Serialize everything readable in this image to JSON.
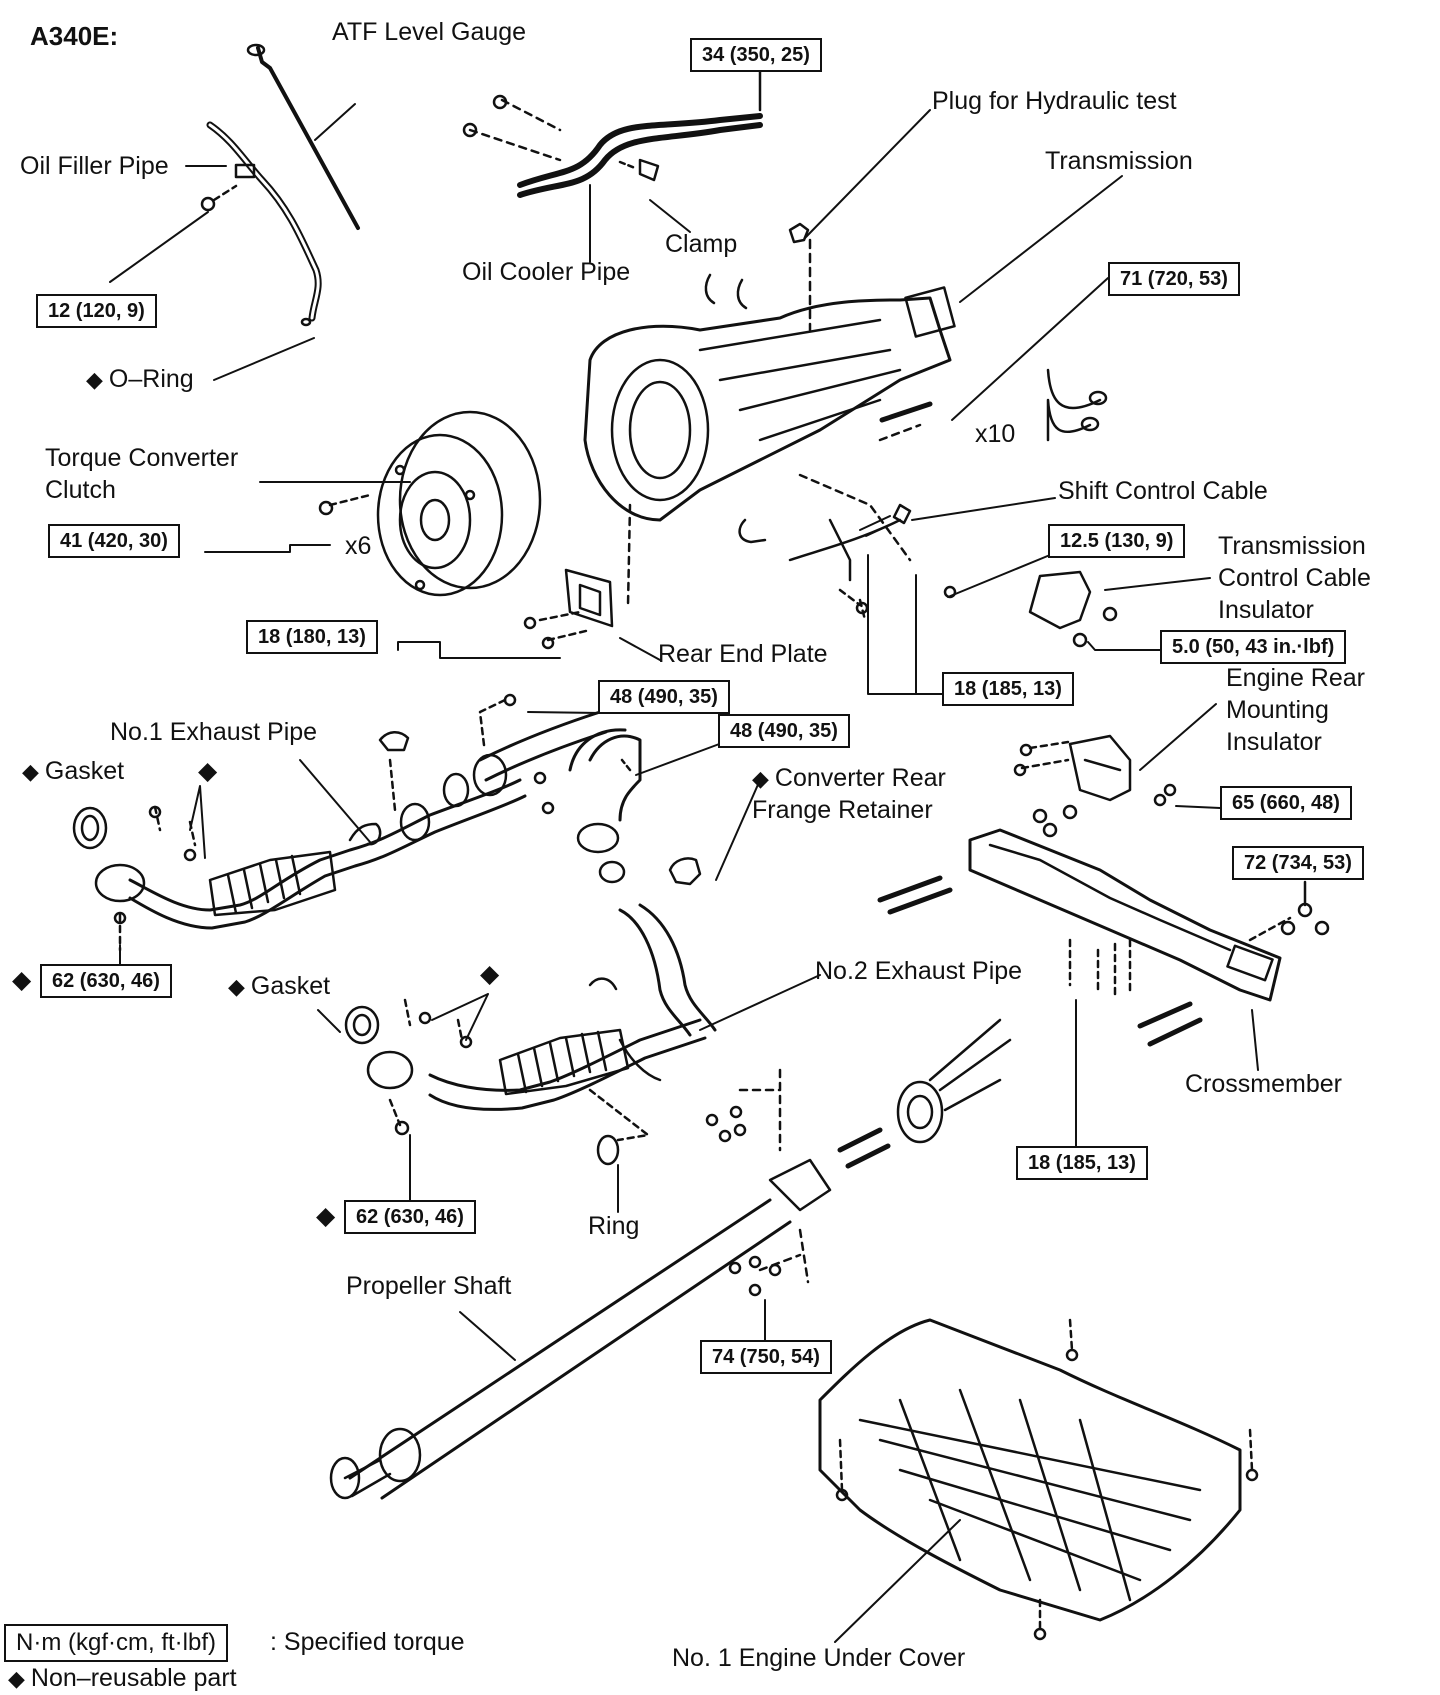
{
  "model": "A340E:",
  "labels": {
    "atf_level_gauge": "ATF Level Gauge",
    "oil_filler_pipe": "Oil Filler Pipe",
    "o_ring": "O–Ring",
    "oil_cooler_pipe": "Oil Cooler Pipe",
    "clamp": "Clamp",
    "plug_hydraulic": "Plug for Hydraulic test",
    "transmission": "Transmission",
    "torque_converter": "Torque Converter",
    "clutch": "Clutch",
    "x6": "x6",
    "x10": "x10",
    "shift_control_cable": "Shift Control Cable",
    "tcc_insulator_1": "Transmission",
    "tcc_insulator_2": "Control Cable",
    "tcc_insulator_3": "Insulator",
    "rear_end_plate": "Rear End Plate",
    "engine_rear_1": "Engine Rear",
    "engine_rear_2": "Mounting",
    "engine_rear_3": "Insulator",
    "no1_exhaust_pipe": "No.1 Exhaust Pipe",
    "gasket_left": "Gasket",
    "converter_rear_1": "Converter Rear",
    "converter_rear_2": "Frange Retainer",
    "no2_exhaust_pipe": "No.2 Exhaust Pipe",
    "gasket_mid": "Gasket",
    "crossmember": "Crossmember",
    "ring": "Ring",
    "propeller_shaft": "Propeller Shaft",
    "under_cover": "No. 1 Engine Under Cover"
  },
  "torques": {
    "t_34": "34 (350, 25)",
    "t_12": "12 (120, 9)",
    "t_71": "71 (720, 53)",
    "t_41": "41 (420, 30)",
    "t_12_5": "12.5 (130, 9)",
    "t_18a": "18 (180, 13)",
    "t_5_0": "5.0 (50, 43 in.·lbf)",
    "t_18b": "18 (185, 13)",
    "t_48a": "48 (490, 35)",
    "t_48b": "48 (490, 35)",
    "t_65": "65 (660, 48)",
    "t_72": "72 (734, 53)",
    "t_62a": "62 (630, 46)",
    "t_62b": "62 (630, 46)",
    "t_18c": "18 (185, 13)",
    "t_74": "74 (750, 54)"
  },
  "legend": {
    "torque_unit": "N·m (kgf·cm, ft·lbf)",
    "torque_desc": ": Specified torque",
    "non_reusable": "Non–reusable part"
  },
  "symbols": {
    "non_reusable": "◆"
  }
}
